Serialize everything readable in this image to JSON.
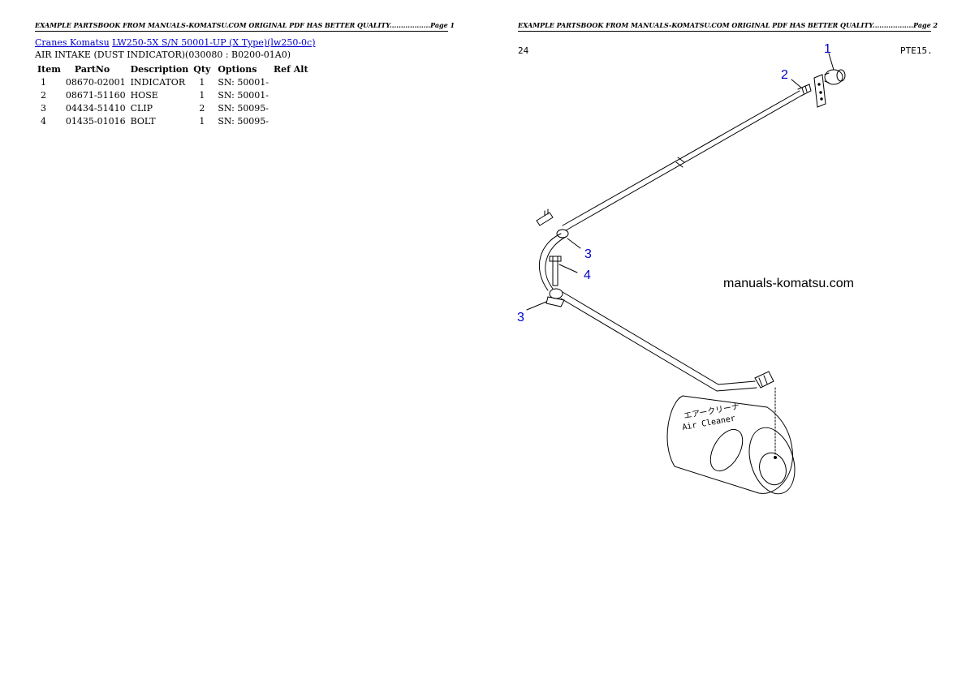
{
  "left_page": {
    "header": "EXAMPLE PARTSBOOK FROM MANUALS-KOMATSU.COM ORIGINAL PDF HAS BETTER QUALITY..................Page 1",
    "breadcrumb": {
      "link1": "Cranes Komatsu",
      "link2": "LW250-5X S/N 50001-UP (X Type)(lw250-0c)"
    },
    "subtitle": "AIR INTAKE (DUST INDICATOR)(030080 : B0200-01A0)",
    "table": {
      "headers": [
        "Item",
        "PartNo",
        "Description",
        "Qty",
        "Options",
        "Ref Alt"
      ],
      "rows": [
        {
          "item": "1",
          "partno": "08670-02001",
          "description": "INDICATOR",
          "qty": "1",
          "options": "SN: 50001-"
        },
        {
          "item": "2",
          "partno": "08671-51160",
          "description": "HOSE",
          "qty": "1",
          "options": "SN: 50001-"
        },
        {
          "item": "3",
          "partno": "04434-51410",
          "description": "CLIP",
          "qty": "2",
          "options": "SN: 50095-"
        },
        {
          "item": "4",
          "partno": "01435-01016",
          "description": "BOLT",
          "qty": "1",
          "options": "SN: 50095-"
        }
      ]
    }
  },
  "right_page": {
    "header": "EXAMPLE PARTSBOOK FROM MANUALS-KOMATSU.COM ORIGINAL PDF HAS BETTER QUALITY..................Page 2",
    "diagram": {
      "corner_left": "24",
      "corner_right": "PTE15.",
      "watermark": "manuals-komatsu.com",
      "callouts": [
        "1",
        "2",
        "3",
        "4",
        "3"
      ],
      "cleaner_label_jp": "エアークリーナ",
      "cleaner_label_en": "Air Cleaner"
    }
  },
  "colors": {
    "link": "#0000cc",
    "callout": "#0000cc",
    "line_art": "#000000"
  }
}
